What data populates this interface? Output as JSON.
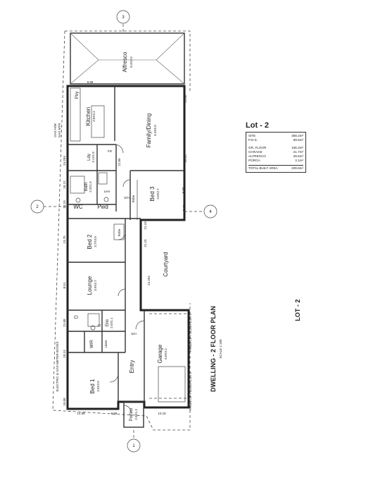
{
  "rooms": {
    "alfresco": {
      "name": "Alfresco",
      "dim": "8.3X3.5"
    },
    "kitchen": {
      "name": "Kitchen",
      "dim": "3.8X3.2"
    },
    "pantry": "Ptry",
    "family": {
      "name": "Family/Dining",
      "dim": "6.3X5.0"
    },
    "laundry": {
      "name": "Ldy",
      "dim": "3.1X1.8"
    },
    "bath": {
      "name": "Bath",
      "dim": "2.3X1.6"
    },
    "linen1": "Lien",
    "wc": "WC",
    "pwd": "Pwd",
    "robe1": "Robe",
    "bed3": {
      "name": "Bed 3",
      "dim": "3.0X2.7"
    },
    "bed2": {
      "name": "Bed 2",
      "dim": "3.7X3.0"
    },
    "robe2": "Robe",
    "lounge": {
      "name": "Lounge",
      "dim": "3.9X3.7"
    },
    "courtyard": "Courtyard",
    "ens": {
      "name": "Ens",
      "dim": "2.5X1.1"
    },
    "wir": "WIR",
    "linen2": "Linen",
    "entry": "Entry",
    "bed1": {
      "name": "Bed 1",
      "dim": "3.9X3.5"
    },
    "garage": {
      "name": "Garage",
      "dim": "6.0X3.2"
    },
    "portico": {
      "name": "Portico",
      "dim": "2.0X1.3"
    },
    "sh": "S/H",
    "sh2": "S/H"
  },
  "notes": {
    "gas_hw": "GAS H/W",
    "gas_meter": "GAS MTR",
    "electric": "ELECTRIC & GAS METER BOXES",
    "garage_door_top": "PANEL LIFT DOOR 2.4H X",
    "garage_door_bottom": "PANEL LIFT DOOR 2.4H X",
    "fridge": "FR",
    "cl": "Cl",
    "cl2": "Cl"
  },
  "dims": {
    "d1": "8.98",
    "d2": "21.08",
    "d3": "10.13",
    "d4": "5.00",
    "d5": "24.294",
    "d6": "13.75",
    "d7": "18.12",
    "d8": "21.10",
    "d9": "8.51",
    "d10": "21.08",
    "d11": "10.08",
    "d12": "14.98",
    "d13": "8.08",
    "d14": "10.18",
    "d15": "21.15",
    "d16": "21.10",
    "d17": "24.294",
    "d18": "10.13",
    "d19": "5.15",
    "d20": "21.06"
  },
  "gridrefs": {
    "g1": "1",
    "g2": "2",
    "g3": "3",
    "g4": "4"
  },
  "title": {
    "main": "DWELLING - 2  FLOOR PLAN",
    "scale": "SCALE 1:100",
    "lot": "LOT - 2"
  },
  "schedule": {
    "title": "Lot - 2",
    "rows": [
      {
        "label": "SITE",
        "value": "368.2m²"
      },
      {
        "label": "P.O.S.",
        "value": "69.5m²"
      }
    ],
    "rows2": [
      {
        "label": "GR. FLOOR",
        "value": "156.2m²"
      },
      {
        "label": "GARAGE",
        "value": "21.7m²"
      },
      {
        "label": "ALFRESCO",
        "value": "28.5m²"
      },
      {
        "label": "PORCH",
        "value": "3.1m²"
      }
    ],
    "total": {
      "label": "TOTAL BUILT AREA",
      "value": "209.5m²"
    }
  }
}
